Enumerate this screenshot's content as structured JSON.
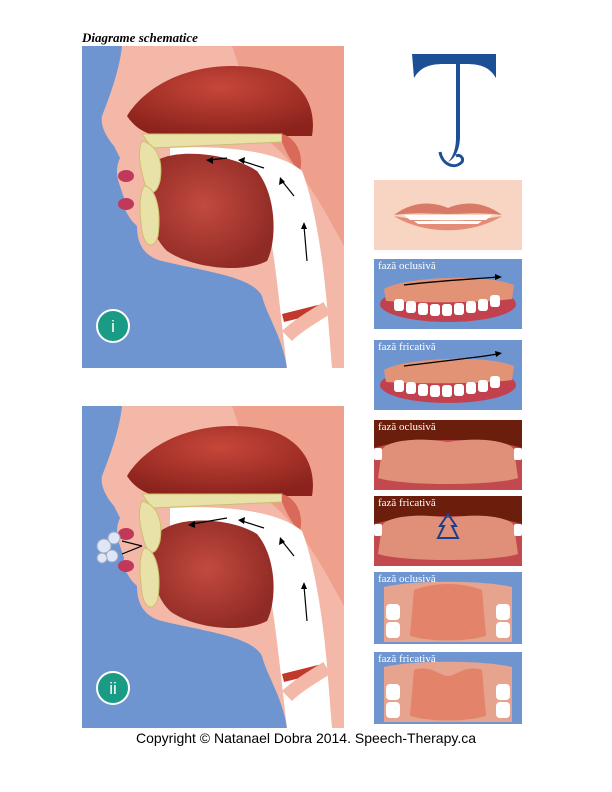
{
  "title": "Diagrame schematice",
  "letter": "T",
  "diagrams": [
    {
      "label": "i"
    },
    {
      "label": "ii"
    }
  ],
  "side_panels": [
    {
      "id": "lips",
      "label": ""
    },
    {
      "id": "side-occlusive",
      "label": "fază oclusivă"
    },
    {
      "id": "side-fricative",
      "label": "fază fricativă"
    },
    {
      "id": "front-occlusive",
      "label": "fază oclusivă"
    },
    {
      "id": "front-fricative",
      "label": "fază fricativă"
    },
    {
      "id": "top-occlusive",
      "label": "fază oclusivă"
    },
    {
      "id": "top-fricative",
      "label": "fază fricativă"
    }
  ],
  "copyright": "Copyright © Natanael Dobra 2014. Speech-Therapy.ca",
  "colors": {
    "background_blue": "#6f95d0",
    "skin": "#f4b8a8",
    "tongue": "#b8433c",
    "palate": "#b5382f",
    "bone": "#e8e1a8",
    "label_green": "#1a9b86",
    "letter_blue": "#1c4f96",
    "dark_brown": "#6b1e0c"
  }
}
